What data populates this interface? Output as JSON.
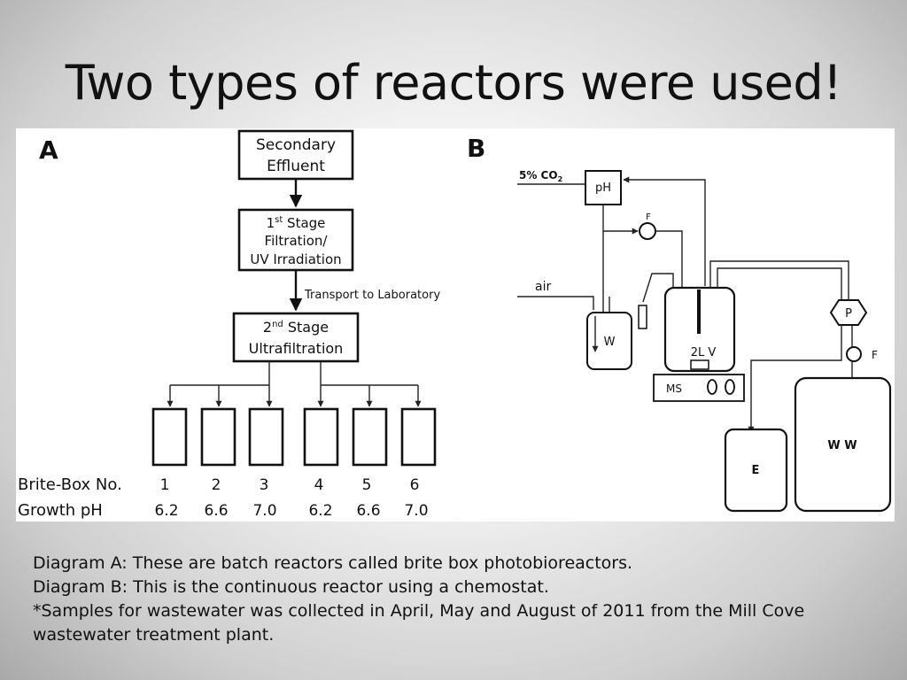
{
  "slide": {
    "title": "Two types of reactors were used!"
  },
  "diagram_a": {
    "label": "A",
    "box_secondary": [
      "Secondary",
      "Effluent"
    ],
    "box_stage1": {
      "line1_num": "1",
      "line1_sup": "st",
      "line1_rest": " Stage",
      "line2": "Filtration/",
      "line3": "UV Irradiation"
    },
    "transport_label": "Transport to Laboratory",
    "box_stage2": {
      "line1_num": "2",
      "line1_sup": "nd",
      "line1_rest": " Stage",
      "line2": "Ultrafiltration"
    },
    "row_label_box": "Brite-Box No.",
    "row_label_ph": "Growth pH",
    "boxes": [
      {
        "no": "1",
        "ph": "6.2"
      },
      {
        "no": "2",
        "ph": "6.6"
      },
      {
        "no": "3",
        "ph": "7.0"
      },
      {
        "no": "4",
        "ph": "6.2"
      },
      {
        "no": "5",
        "ph": "6.6"
      },
      {
        "no": "6",
        "ph": "7.0"
      }
    ]
  },
  "diagram_b": {
    "label": "B",
    "co2": "5% CO",
    "co2_sub": "2",
    "ph": "pH",
    "flow_top": "F",
    "air": "air",
    "w": "W",
    "vessel": "2L V",
    "ms": "MS",
    "pump": "P",
    "flow_right": "F",
    "e": "E",
    "ww": "W W"
  },
  "caption": {
    "line1": "Diagram A: These are batch reactors called brite box photobioreactors.",
    "line2": "Diagram B: This is the continuous reactor using a chemostat.",
    "line3": "*Samples for wastewater was collected in April, May and August of 2011 from the Mill Cove  wastewater treatment plant."
  }
}
